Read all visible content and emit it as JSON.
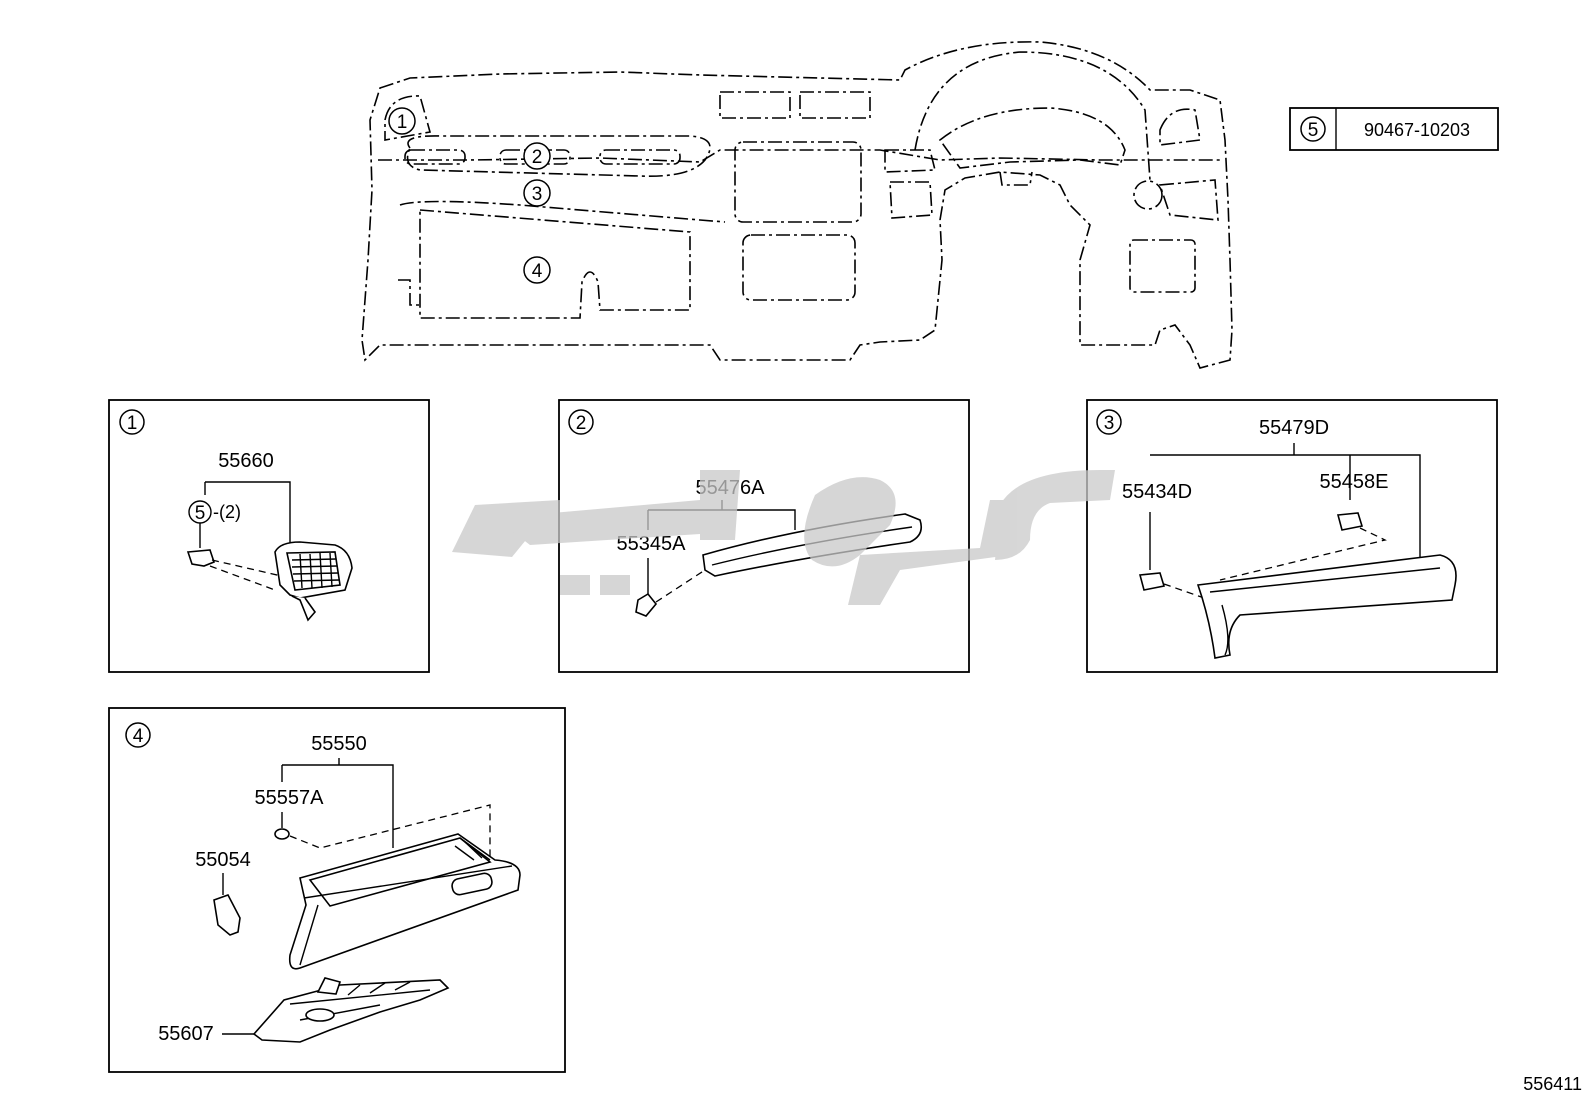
{
  "overview": {
    "callouts": [
      "1",
      "2",
      "3",
      "4"
    ]
  },
  "legend": {
    "number": "5",
    "part_no": "90467-10203"
  },
  "panels": [
    {
      "number": "1",
      "labels": {
        "main": "55660",
        "sub_circle": "5",
        "sub_qty": "-(2)"
      }
    },
    {
      "number": "2",
      "labels": {
        "main": "55476A",
        "sub": "55345A"
      }
    },
    {
      "number": "3",
      "labels": {
        "main": "55479D",
        "left": "55434D",
        "right": "55458E"
      }
    },
    {
      "number": "4",
      "labels": {
        "main": "55550",
        "clip": "55557A",
        "damper": "55054",
        "lower": "55607"
      }
    }
  ],
  "illustration_id": "556411"
}
